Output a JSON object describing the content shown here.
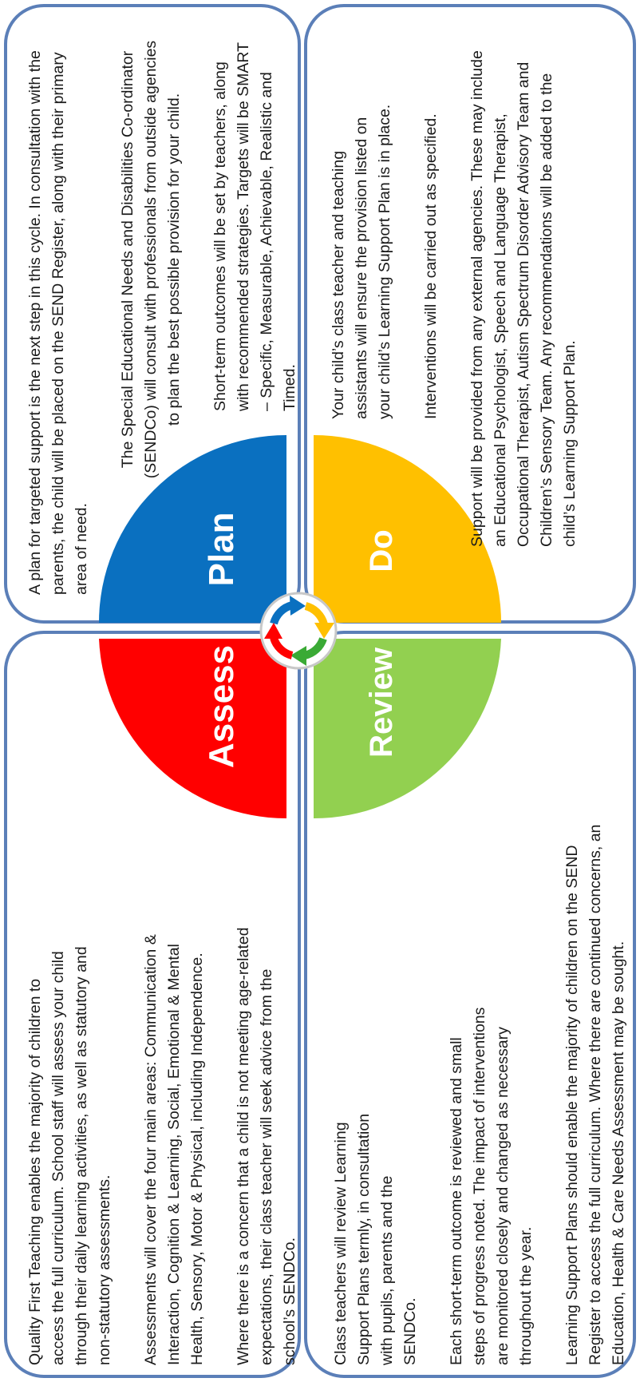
{
  "colors": {
    "border": "#5b7fb8",
    "assess": "#ff0000",
    "plan": "#0a70c0",
    "do": "#ffc000",
    "review": "#92d050",
    "text": "#1a1a1a"
  },
  "quadrants": {
    "assess": {
      "label": "Assess",
      "paragraphs": [
        "Quality First Teaching enables the majority of children to access the full curriculum. School staff will assess your child through their daily learning activities, as well as statutory and non-statutory assessments.",
        "Assessments will cover the four main areas: Communication & Interaction, Cognition & Learning, Social, Emotional & Mental Health, Sensory, Motor & Physical, including Independence.",
        "Where there is a concern that a child is not meeting age-related expectations, their class teacher will seek advice from the school’s SENDCo."
      ]
    },
    "plan": {
      "label": "Plan",
      "paragraphs": [
        "A plan for targeted support is the next step in this cycle. In consultation with the parents, the child will be placed on the SEND Register, along with their primary area of need.",
        "The Special Educational Needs and Disabilities Co-ordinator (SENDCo) will consult with professionals from outside agencies to plan the best possible provision for your child.",
        "Short-term outcomes will be set by teachers, along with recommended strategies. Targets will be SMART – Specific, Measurable, Achievable, Realistic and Timed."
      ]
    },
    "review": {
      "label": "Review",
      "paragraphs": [
        "Class teachers will review Learning Support Plans termly, in consultation with pupils, parents and the SENDCo.",
        "Each short-term outcome is reviewed and small steps of progress noted. The impact of interventions are monitored closely and changed as necessary throughout the year.",
        "Learning Support Plans should enable the majority of children on the SEND Register to access the full curriculum. Where there are continued concerns, an Education, Health & Care Needs Assessment may be sought."
      ]
    },
    "do": {
      "label": "Do",
      "paragraphs": [
        "Your child’s class teacher and teaching assistants will ensure the provision listed on your child’s Learning Support Plan is in place.",
        "Interventions will be carried out as specified.",
        "Support will be provided from any external agencies. These may include an Educational Psychologist, Speech and Language Therapist, Occupational Therapist, Autism Spectrum Disorder Advisory Team and Children’s Sensory Team. Any recommendations will be added to the child’s Learning Support Plan."
      ]
    }
  }
}
